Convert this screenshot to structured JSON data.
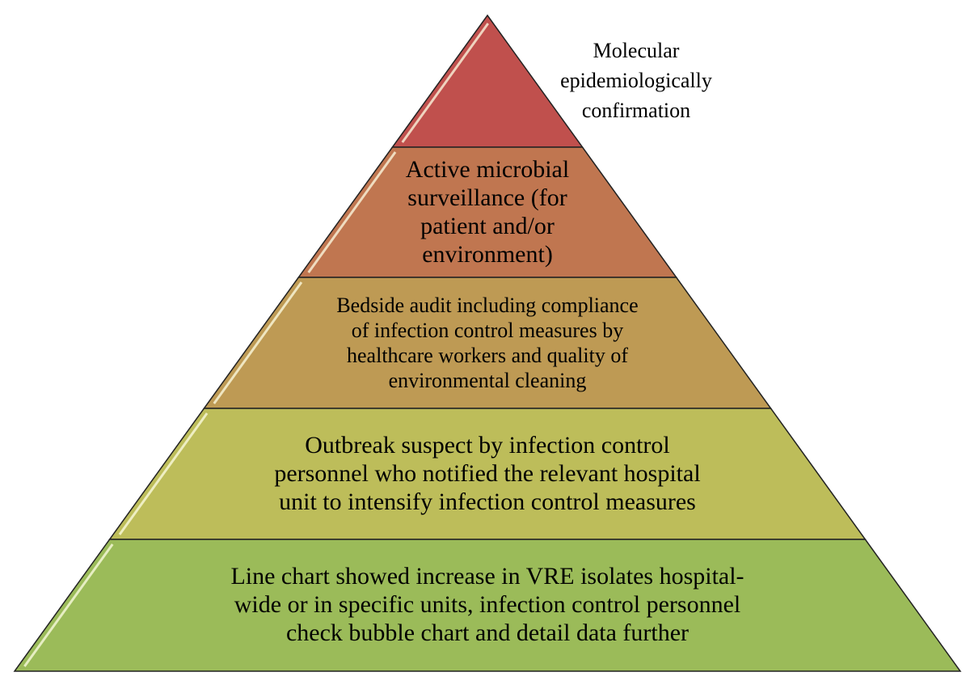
{
  "layers": [
    {
      "name": "molecular",
      "color": "#C0504D",
      "lines": [
        "Molecular",
        "epidemiologically",
        "confirmation"
      ]
    },
    {
      "name": "active-surveillance",
      "color": "#C07650",
      "lines": [
        "Active microbial",
        "surveillance (for",
        "patient and/or",
        "environment)"
      ]
    },
    {
      "name": "bedside-audit",
      "color": "#BE9A54",
      "lines": [
        "Bedside audit including compliance",
        "of infection control measures by",
        "healthcare workers and quality of",
        "environmental cleaning"
      ]
    },
    {
      "name": "outbreak-suspect",
      "color": "#BDBD5A",
      "lines": [
        "Outbreak suspect by infection control",
        "personnel who notified the relevant hospital",
        "unit to intensify infection control measures"
      ]
    },
    {
      "name": "line-chart",
      "color": "#9BBB59",
      "lines": [
        "Line chart showed increase in VRE isolates hospital-",
        "wide or in specific units, infection control personnel",
        "check bubble chart and detail data further"
      ]
    }
  ]
}
